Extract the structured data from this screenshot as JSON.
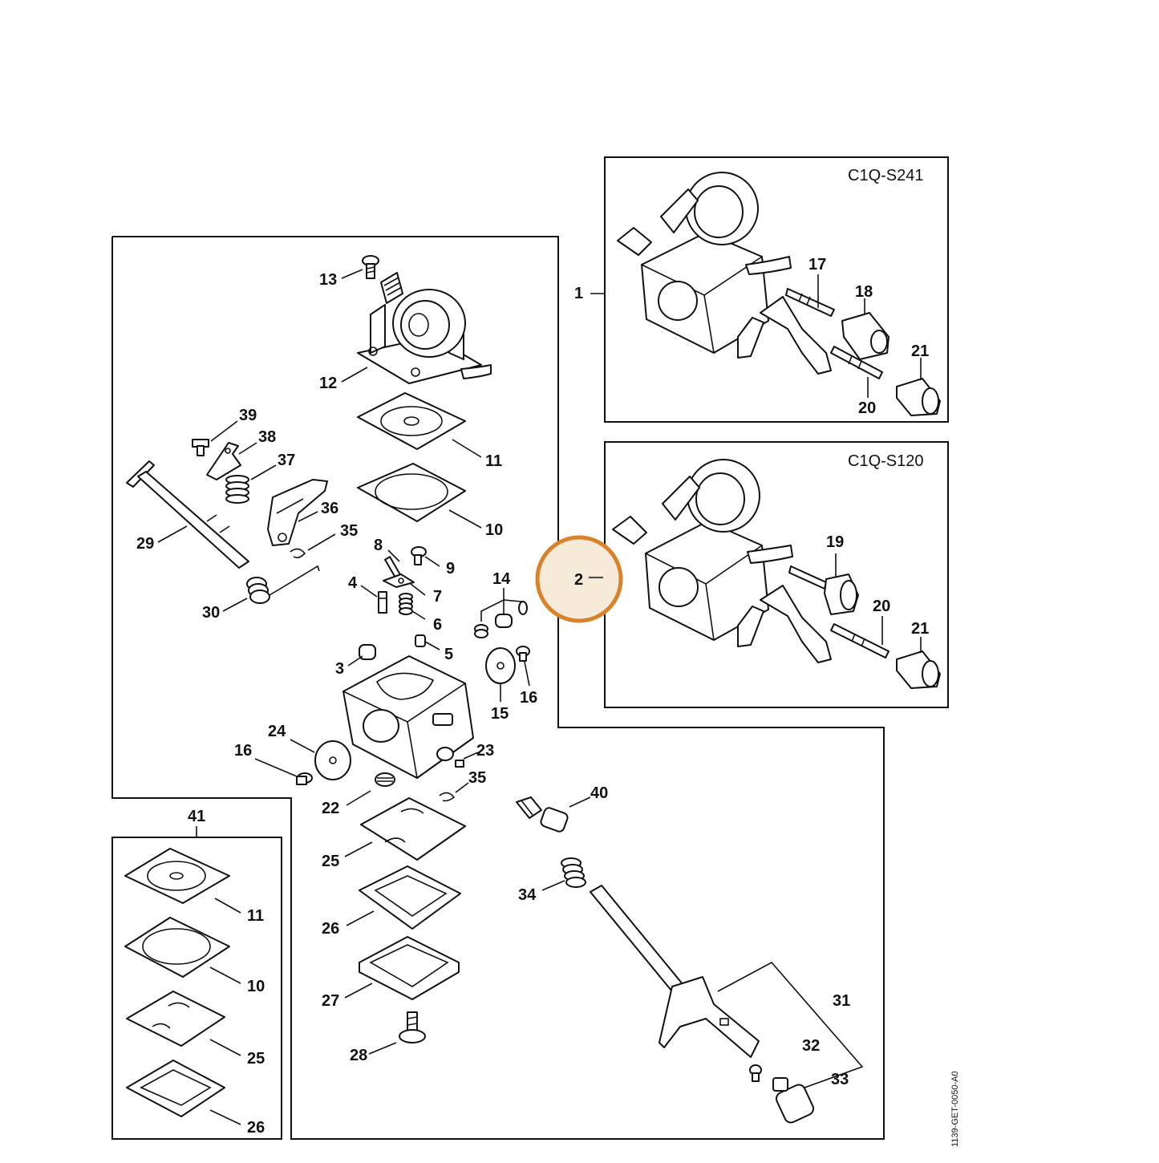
{
  "insets": [
    {
      "model": "C1Q-S241"
    },
    {
      "model": "C1Q-S120"
    }
  ],
  "highlight": {
    "label": "2",
    "ring_color": "#d9822b",
    "fill_color": "#f6ead9"
  },
  "drawing_number": "1139-GET-0050-A0",
  "callouts": {
    "c13": "13",
    "c12": "12",
    "c11": "11",
    "c10": "10",
    "c39": "39",
    "c38": "38",
    "c37": "37",
    "c36": "36",
    "c35a": "35",
    "c29": "29",
    "c30": "30",
    "c8": "8",
    "c9": "9",
    "c4": "4",
    "c7": "7",
    "c6": "6",
    "c14": "14",
    "c5": "5",
    "c3": "3",
    "c15": "15",
    "c16a": "16",
    "c24": "24",
    "c16b": "16",
    "c23": "23",
    "c35b": "35",
    "c22": "22",
    "c40": "40",
    "c25": "25",
    "c34": "34",
    "c26": "26",
    "c27": "27",
    "c28": "28",
    "c31": "31",
    "c32": "32",
    "c33": "33",
    "c41": "41",
    "c11b": "11",
    "c10b": "10",
    "c25b": "25",
    "c26b": "26",
    "c1": "1",
    "c17": "17",
    "c18": "18",
    "c21a": "21",
    "c20a": "20",
    "c19": "19",
    "c20b": "20",
    "c21b": "21"
  }
}
